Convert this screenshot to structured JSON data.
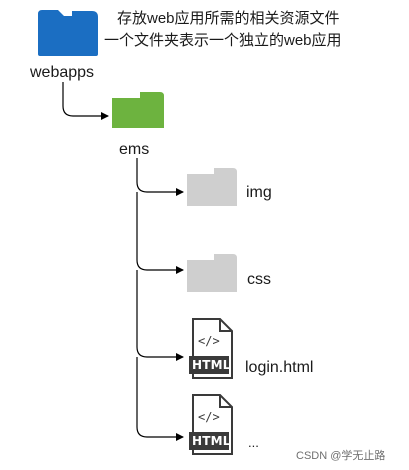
{
  "description": {
    "line1": "存放web应用所需的相关资源文件",
    "line2": "一个文件夹表示一个独立的web应用"
  },
  "nodes": {
    "webapps": {
      "label": "webapps",
      "icon": "folder-icon",
      "color": "#1b6ec2"
    },
    "ems": {
      "label": "ems",
      "icon": "folder-icon",
      "color": "#6db33f"
    },
    "img": {
      "label": "img",
      "icon": "folder-icon",
      "color": "#cfcfcf"
    },
    "css": {
      "label": "css",
      "icon": "folder-icon",
      "color": "#cfcfcf"
    },
    "login": {
      "label": "login.html",
      "icon": "html-file-icon",
      "badge": "HTML",
      "glyph": "</>"
    },
    "more": {
      "label": "...",
      "icon": "html-file-icon",
      "badge": "HTML",
      "glyph": "</>"
    }
  },
  "watermark": "CSDN @学无止路"
}
